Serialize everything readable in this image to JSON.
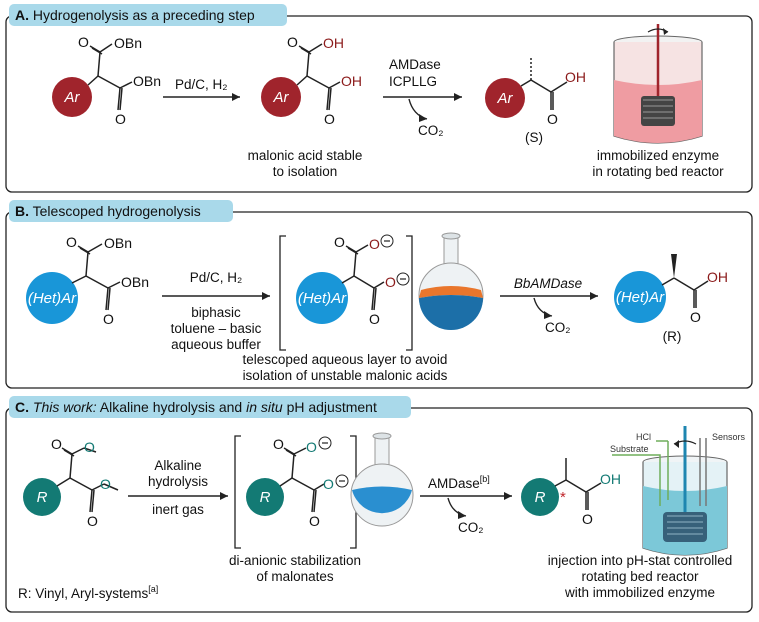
{
  "panels": {
    "a": {
      "letter": "A.",
      "title": "Hydrogenolysis as a preceding step",
      "reagents": "Pd/C, H₂",
      "enzyme_line1": "AMDase",
      "enzyme_line2": "ICPLLG",
      "byproduct": "CO₂",
      "note1_line1": "malonic acid stable",
      "note1_line2": "to isolation",
      "stereo": "(S)",
      "note2_line1": "immobilized enzyme",
      "note2_line2": "in rotating bed reactor",
      "ring_label": "Ar",
      "obn": "OBn",
      "oh": "OH",
      "o": "O"
    },
    "b": {
      "letter": "B.",
      "title": "Telescoped hydrogenolysis",
      "reagents": "Pd/C, H₂",
      "cond1": "biphasic",
      "cond2": "toluene – basic",
      "cond3": "aqueous buffer",
      "enzyme": "BbAMDase",
      "byproduct": "CO₂",
      "stereo": "(R)",
      "note_line1": "telescoped aqueous layer to avoid",
      "note_line2": "isolation of unstable malonic acids",
      "ring_label": "(Het)Ar",
      "obn": "OBn",
      "oh": "OH",
      "o": "O",
      "o_minus": "O"
    },
    "c": {
      "letter": "C.",
      "title_italic": "This work:",
      "title_rest": " Alkaline hydrolysis and ",
      "title_italic2": "in situ",
      "title_end": " pH adjustment",
      "reagent1": "Alkaline",
      "reagent2": "hydrolysis",
      "reagent3": "inert gas",
      "enzyme": "AMDase",
      "enzyme_sup": "[b]",
      "byproduct": "CO₂",
      "note1_line1": "di-anionic stabilization",
      "note1_line2": "of malonates",
      "note2_line1": "injection into pH-stat controlled",
      "note2_line2": "rotating bed reactor",
      "note2_line3": "with immobilized enzyme",
      "footnote": "R: Vinyl, Aryl-systems",
      "footnote_sup": "[a]",
      "ring_label": "R",
      "oh": "OH",
      "o": "O",
      "reactor_hcl": "HCl",
      "reactor_sensors": "Sensors",
      "reactor_substrate": "Substrate"
    }
  },
  "colors": {
    "tab": "#a9d9ea",
    "ar_red": "#a0242c",
    "hetar_blue": "#1996d8",
    "r_teal": "#137a74"
  }
}
